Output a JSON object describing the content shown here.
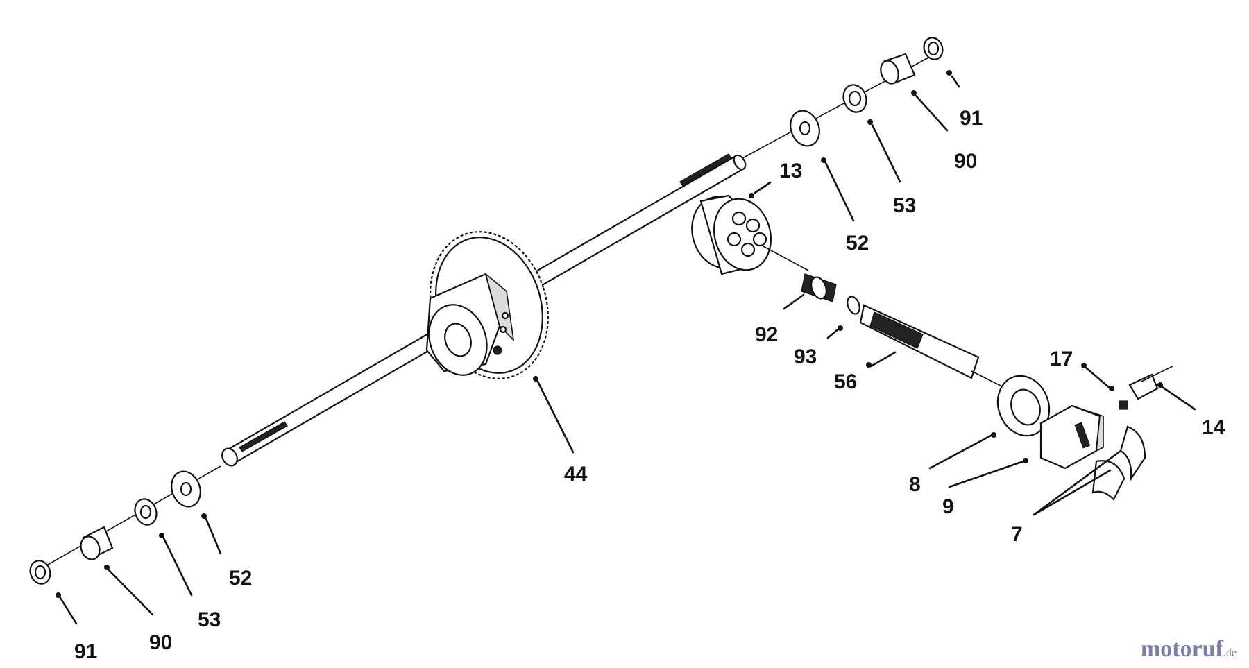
{
  "diagram": {
    "callouts": [
      {
        "id": "c91a",
        "label": "91"
      },
      {
        "id": "c90a",
        "label": "90"
      },
      {
        "id": "c13",
        "label": "13"
      },
      {
        "id": "c53a",
        "label": "53"
      },
      {
        "id": "c52a",
        "label": "52"
      },
      {
        "id": "c92",
        "label": "92"
      },
      {
        "id": "c93",
        "label": "93"
      },
      {
        "id": "c56",
        "label": "56"
      },
      {
        "id": "c17",
        "label": "17"
      },
      {
        "id": "c14",
        "label": "14"
      },
      {
        "id": "c8",
        "label": "8"
      },
      {
        "id": "c9",
        "label": "9"
      },
      {
        "id": "c7",
        "label": "7"
      },
      {
        "id": "c44",
        "label": "44"
      },
      {
        "id": "c52b",
        "label": "52"
      },
      {
        "id": "c53b",
        "label": "53"
      },
      {
        "id": "c90b",
        "label": "90"
      },
      {
        "id": "c91b",
        "label": "91"
      }
    ]
  },
  "watermark": {
    "main": "motoruf",
    "accent": "",
    "tld": ".de"
  }
}
